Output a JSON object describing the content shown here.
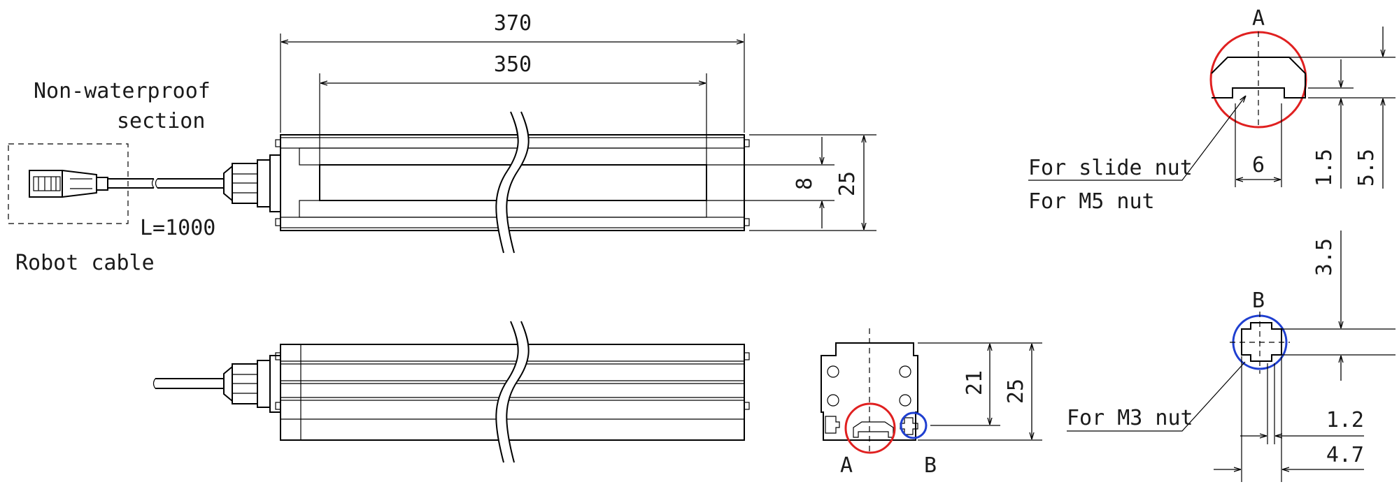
{
  "dimensions": {
    "overall_length": "370",
    "sensing_length": "350",
    "sensing_height": "8",
    "profile_height": "25",
    "side_height_21": "21",
    "side_height_25": "25",
    "slot_width": "6",
    "slot_depth_1_5": "1.5",
    "slot_depth_5_5": "5.5",
    "m3_depth_3_5": "3.5",
    "m3_width_1_2": "1.2",
    "m3_width_4_7": "4.7",
    "cable_length": "L=1000"
  },
  "labels": {
    "non_waterproof_line1": "Non-waterproof",
    "non_waterproof_line2": "section",
    "robot_cable": "Robot cable",
    "for_slide_nut": "For slide nut",
    "for_m5_nut": "For M5 nut",
    "for_m3_nut": "For M3 nut",
    "detail_a": "A",
    "detail_b": "B",
    "callout_a": "A",
    "callout_b": "B"
  },
  "colors": {
    "detail_a_circle": "#e02020",
    "detail_b_circle": "#1f3fd0",
    "line": "#000000",
    "hatch": "#333333"
  }
}
